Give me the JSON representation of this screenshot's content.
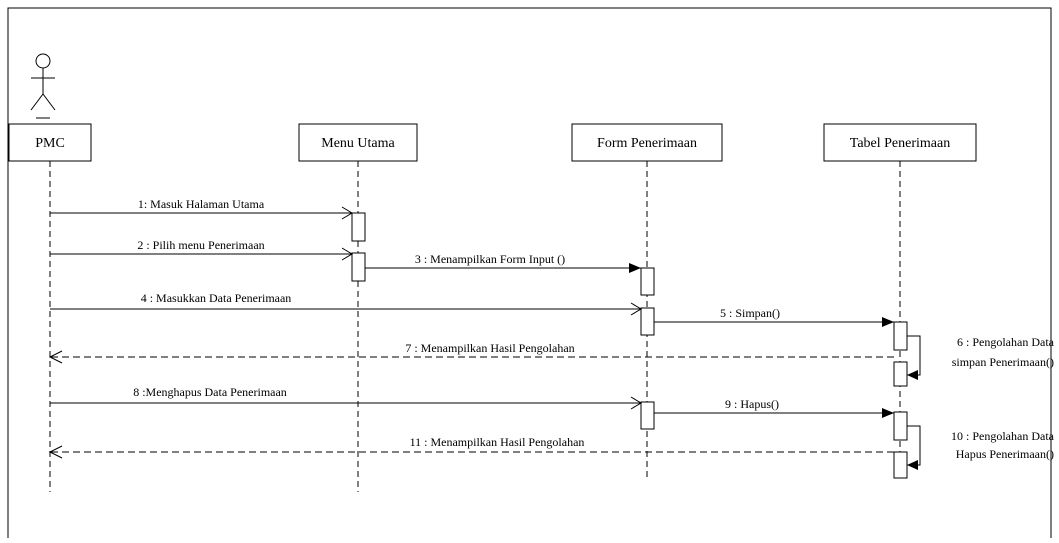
{
  "lifelines": [
    {
      "id": "pmc",
      "label": "PMC",
      "actor": true
    },
    {
      "id": "menu",
      "label": "Menu Utama"
    },
    {
      "id": "form",
      "label": "Form Penerimaan"
    },
    {
      "id": "tabel",
      "label": "Tabel Penerimaan"
    }
  ],
  "messages": [
    {
      "label": "1: Masuk Halaman Utama",
      "from": "pmc",
      "to": "menu",
      "kind": "open"
    },
    {
      "label": "2 : Pilih menu Penerimaan",
      "from": "pmc",
      "to": "menu",
      "kind": "open"
    },
    {
      "label": "3 : Menampilkan Form Input ()",
      "from": "menu",
      "to": "form",
      "kind": "sync"
    },
    {
      "label": "4 : Masukkan Data Penerimaan",
      "from": "pmc",
      "to": "form",
      "kind": "open"
    },
    {
      "label": "5 : Simpan()",
      "from": "form",
      "to": "tabel",
      "kind": "sync"
    },
    {
      "label": "6 : Pengolahan Data simpan Penerimaan()",
      "from": "tabel",
      "to": "tabel",
      "kind": "self"
    },
    {
      "label": "7 : Menampilkan Hasil Pengolahan",
      "from": "tabel",
      "to": "pmc",
      "kind": "return"
    },
    {
      "label": "8 :Menghapus Data Penerimaan",
      "from": "pmc",
      "to": "form",
      "kind": "open"
    },
    {
      "label": "9 : Hapus()",
      "from": "form",
      "to": "tabel",
      "kind": "sync"
    },
    {
      "label": "10 : Pengolahan Data Hapus Penerimaan()",
      "from": "tabel",
      "to": "tabel",
      "kind": "self"
    },
    {
      "label": "11 : Menampilkan Hasil Pengolahan",
      "from": "tabel",
      "to": "pmc",
      "kind": "return"
    }
  ]
}
